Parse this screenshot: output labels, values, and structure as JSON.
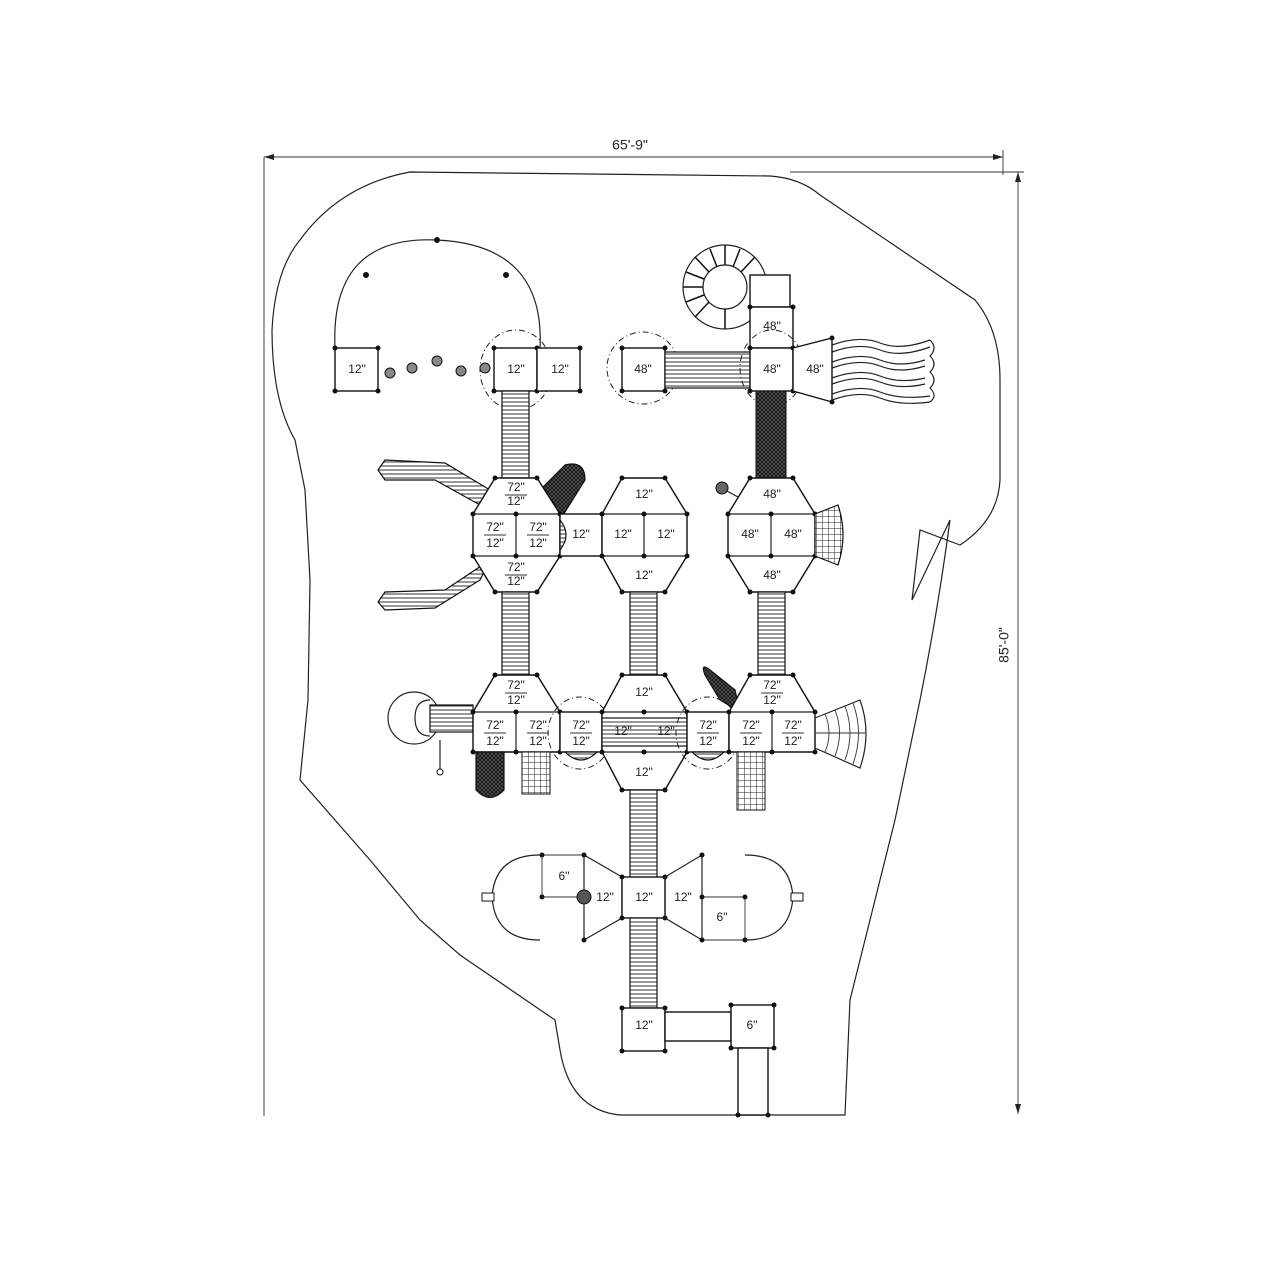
{
  "dimensions": {
    "width": "65'-9\"",
    "height": "85'-0\""
  },
  "colors": {
    "line": "#222222",
    "background": "#ffffff"
  },
  "labels": {
    "top_left_deck": "12\"",
    "top_center_deck": "12\"",
    "top_right_small_deck": "12\"",
    "top_48_left": "48\"",
    "top_48_center": "48\"",
    "top_48_upper": "48\"",
    "top_48_right": "48\"",
    "hexA_top": [
      "72\"",
      "12\""
    ],
    "hexA_left": [
      "72\"",
      "12\""
    ],
    "hexA_right": [
      "72\"",
      "12\""
    ],
    "hexA_bottom": [
      "72\"",
      "12\""
    ],
    "bridge_A_B": "12\"",
    "hexB_top": "12\"",
    "hexB_left": "12\"",
    "hexB_right": "12\"",
    "hexB_bottom": "12\"",
    "hexC_top": "48\"",
    "hexC_left": "48\"",
    "hexC_right": "48\"",
    "hexC_bottom": "48\"",
    "hexD_top": [
      "72\"",
      "12\""
    ],
    "hexD_left": [
      "72\"",
      "12\""
    ],
    "hexD_right": [
      "72\"",
      "12\""
    ],
    "link_D_E": [
      "72\"",
      "12\""
    ],
    "hexE_top": "12\"",
    "hexE_left": "12\"",
    "hexE_right": "12\"",
    "hexE_bottom": "12\"",
    "link_E_F": [
      "72\"",
      "12\""
    ],
    "hexF_top": [
      "72\"",
      "12\""
    ],
    "hexF_left": [
      "72\"",
      "12\""
    ],
    "hexF_right": [
      "72\"",
      "12\""
    ],
    "bowtie_left_6": "6\"",
    "bowtie_left_12": "12\"",
    "bowtie_center": "12\"",
    "bowtie_right_12": "12\"",
    "bowtie_right_6": "6\"",
    "bottom_12": "12\"",
    "bottom_6": "6\""
  }
}
